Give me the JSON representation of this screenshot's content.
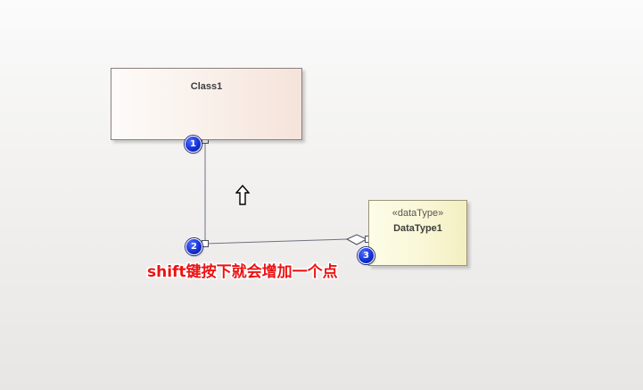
{
  "diagram": {
    "class1": {
      "name": "Class1"
    },
    "datatype1": {
      "stereotype": "«dataType»",
      "name": "DataType1"
    },
    "badges": [
      "1",
      "2",
      "3"
    ],
    "annotation": "shift键按下就会增加一个点",
    "cursor_icon": "move-up-arrow-icon",
    "colors": {
      "badge": "#1530d8",
      "annotation": "#ee1111",
      "connector": "#6f7380"
    }
  }
}
